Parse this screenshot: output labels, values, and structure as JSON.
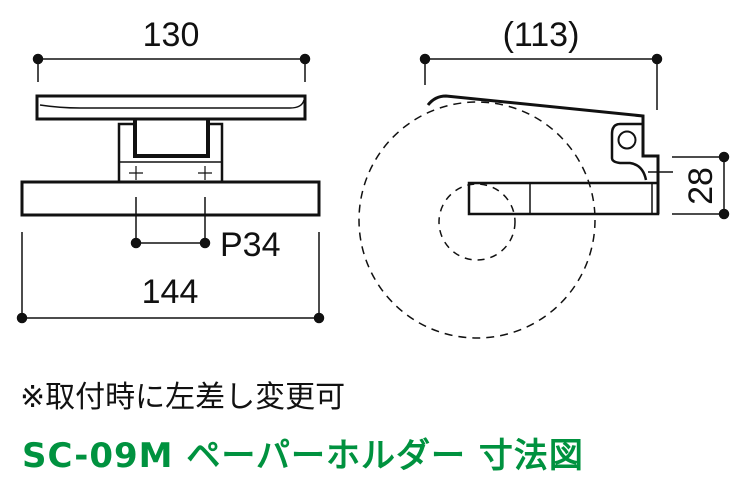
{
  "front_view": {
    "top_width": "130",
    "base_width": "144",
    "pitch": "P34"
  },
  "side_view": {
    "depth": "(113)",
    "height": "28"
  },
  "note": "※取付時に左差し変更可",
  "title": "SC-09M ペーパーホルダー 寸法図",
  "colors": {
    "title": "#00923f",
    "line": "#111111"
  }
}
